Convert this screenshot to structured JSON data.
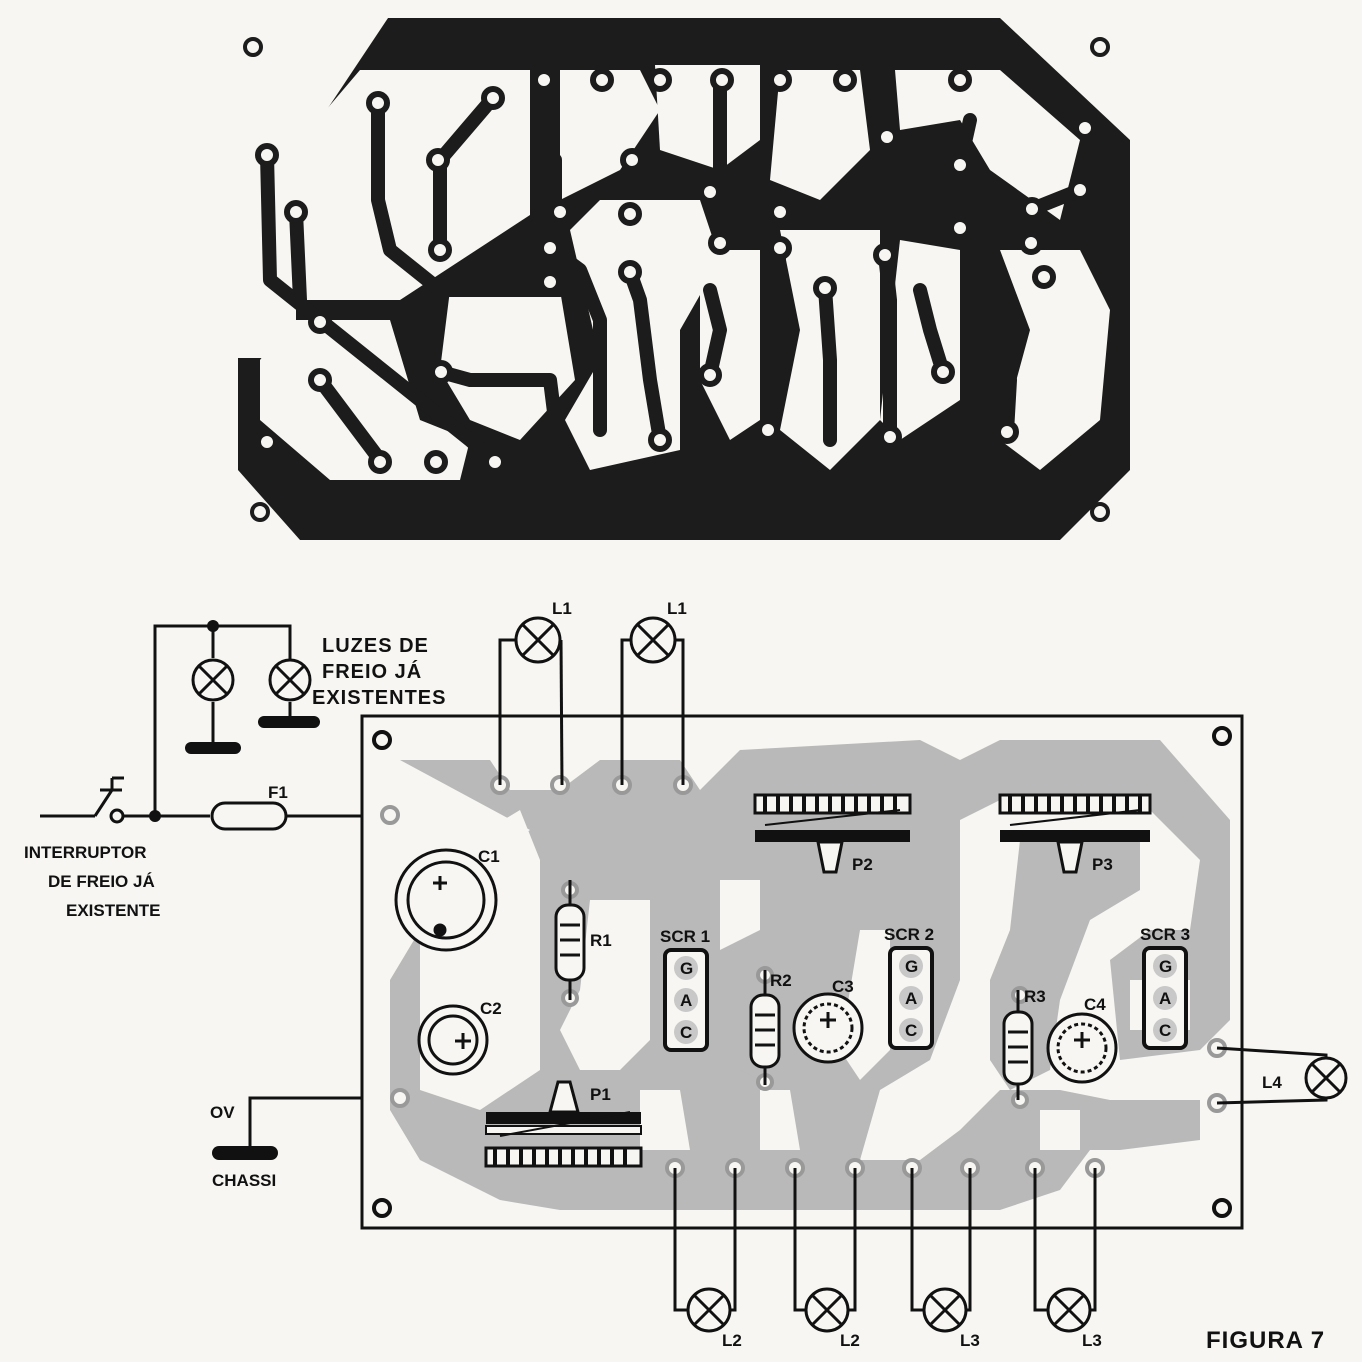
{
  "figure_label": "FIGURA 7",
  "switch_label": {
    "line1": "INTERRUPTOR",
    "line2": "DE FREIO JÁ",
    "line3": "EXISTENTE"
  },
  "lights_label": {
    "line1": "LUZES DE",
    "line2": "FREIO JÁ",
    "line3": "EXISTENTES"
  },
  "fuse_label": "F1",
  "ground": {
    "ov": "OV",
    "chassis": "CHASSI"
  },
  "lamps": {
    "l1a": "L1",
    "l1b": "L1",
    "l2a": "L2",
    "l2b": "L2",
    "l3a": "L3",
    "l3b": "L3",
    "l4": "L4"
  },
  "components": {
    "c1": "C1",
    "c2": "C2",
    "c3": "C3",
    "c4": "C4",
    "r1": "R1",
    "r2": "R2",
    "r3": "R3",
    "p1": "P1",
    "p2": "P2",
    "p3": "P3",
    "scr1": "SCR 1",
    "scr2": "SCR 2",
    "scr3": "SCR 3",
    "pin_g": "G",
    "pin_a": "A",
    "pin_c": "C"
  },
  "colors": {
    "copper": "#1c1c1c",
    "trace_gray": "#b9b9b9",
    "ink": "#111111",
    "paper": "#f7f6f2"
  }
}
